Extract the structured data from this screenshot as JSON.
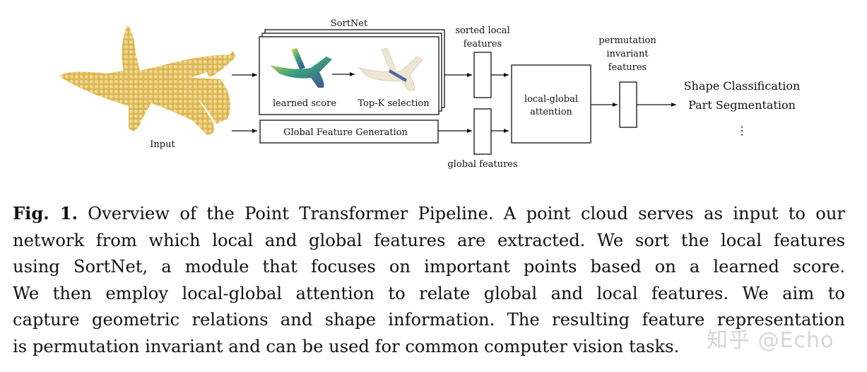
{
  "diagram": {
    "input_label": "Input",
    "sortnet_label": "SortNet",
    "learned_score_label": "learned score",
    "topk_label": "Top-K selection",
    "sorted_local_label": [
      "sorted local",
      "features"
    ],
    "global_gen_label": "Global Feature Generation",
    "global_features_label": "global features",
    "attention_label": [
      "local-global",
      "attention"
    ],
    "perm_inv_label": [
      "permutation",
      "invariant",
      "features"
    ],
    "outputs": [
      "Shape Classification",
      "Part Segmentation"
    ],
    "ellipsis": "⋮",
    "colors": {
      "point_cloud": "#e0c062",
      "score_low": "#3f4d9a",
      "score_mid": "#3ba07c",
      "score_high": "#e6d84a"
    }
  },
  "caption": {
    "fig_label": "Fig. 1.",
    "lines": [
      " Overview of the Point Transformer Pipeline. A point cloud serves as input to our",
      "network from which local and global features are extracted. We sort the local features",
      "using SortNet, a module that focuses on important points based on a learned score.",
      "We then employ local-global attention to relate global and local features. We aim to",
      "capture geometric relations and shape information. The resulting feature representation",
      "is permutation invariant and can be used for common computer vision tasks."
    ]
  },
  "watermark": "知乎 @Echo"
}
